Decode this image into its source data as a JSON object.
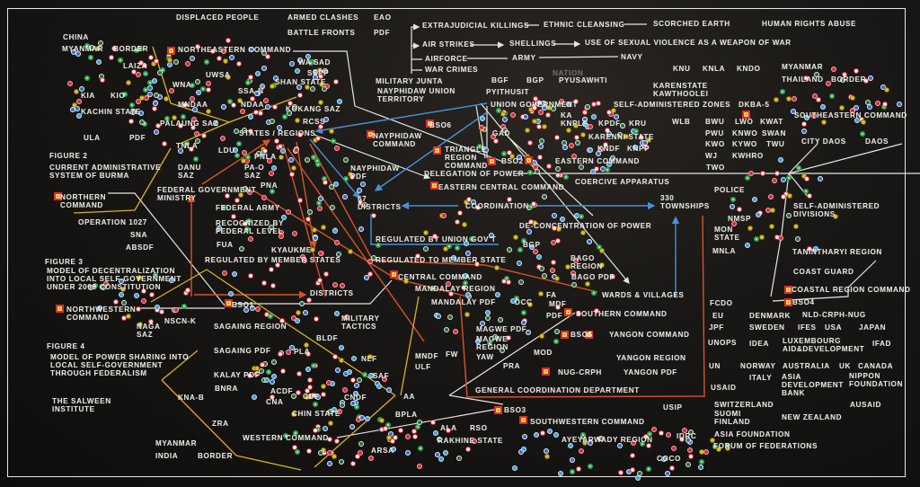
{
  "legend": {
    "displaced_people": "DISPLACED PEOPLE",
    "armed_clashes": "ARMED CLASHES",
    "eao": "EAO",
    "battle_fronts": "BATTLE FRONTS",
    "pdf": "PDF",
    "extrajudicial_killings": "EXTRAJUDICIAL KILLINGS",
    "ethnic_cleansing": "ETHNIC CLEANSING",
    "scorched_earth": "SCORCHED EARTH",
    "human_rights_abuse": "HUMAN RIGHTS ABUSE",
    "air_strikes": "AIR STRIKES",
    "shellings": "SHELLINGS",
    "sexual_violence": "USE OF SEXUAL VIOLENCE AS A WEAPON OF WAR",
    "airforce": "AIRFORCE",
    "army": "ARMY",
    "navy": "NAVY",
    "war_crimes": "WAR CRIMES"
  },
  "figures": {
    "fig2": "FIGURE 2",
    "fig2_caption": "CURRENT ADMINISTRATIVE\nSYSTEM OF BURMA",
    "fig3": "FIGURE 3",
    "fig3_caption": "MODEL OF  DECENTRALIZATION\nINTO LOCAL SELF-GOVERNMENT\nUNDER 2008 CONSTITUTION",
    "fig4": "FIGURE 4",
    "fig4_caption": "MODEL OF POWER SHARING INTO\nLOCAL SELF-GOVERNMENT\nTHROUGH FEDERALISM",
    "credit": "THE SALWEEN\nINSTITUTE"
  },
  "borders": {
    "china": "CHINA",
    "myanmar1": "MYANMAR",
    "border1": "BORDER",
    "myanmar2": "MYANMAR",
    "thailand": "THAILAND",
    "border2": "BORDER",
    "myanmar3": "MYANMAR",
    "india": "INDIA",
    "border3": "BORDER"
  },
  "north": {
    "laiza": "LAIZA",
    "kia": "KIA",
    "kio": "KIO",
    "kachin_state": "KACHIN STATE",
    "ula": "ULA",
    "pdf": "PDF",
    "northern_command": "NORTHERN\nCOMMAND",
    "operation_1027": "OPERATION  1027",
    "sna": "SNA",
    "absdf": "ABSDF",
    "northeastern_command": "NORTHEASTERN COMMAND",
    "wa_sad": "WA SAD",
    "sspp": "SSPP",
    "uwsa": "UWSA",
    "wna": "WNA",
    "shan_state": "SHAN STATE",
    "ssa_n": "SSA-N",
    "mndaa": "MNDAA",
    "ndaa": "NDAA",
    "kokang_saz": "KOKANG SAZ",
    "palaung_saz": "PALAUNG SAZ",
    "rcss": "RCSS",
    "states_regions": "STATES / REGIONS",
    "tnla": "TNLA",
    "ldu": "LDU",
    "pnla": "PNLA",
    "danu_saz": "DANU\nSAZ",
    "pao_saz": "PA-O\nSAZ",
    "pna": "PNA",
    "federal_gov_ministry": "FEDERAL GOVERNMENT\nMINISTRY",
    "federal_army": "FEDERAL ARMY",
    "recognized": "RECOGNIZED BY\nFEDERAL LEVEL",
    "fua": "FUA",
    "kyaukme": "KYAUKME",
    "regulated_member_states": "REGULATED BY MEMBER STATES"
  },
  "west": {
    "northwestern_command": "NORTHWESTERN\nCOMMAND",
    "naga_saz": "NAGA\nSAZ",
    "nscn_k": "NSCN-K",
    "bso1": "BSO1",
    "districts": "DISTRICTS",
    "sagaing_region": "SAGAING  REGION",
    "sagaing_pdf": "SAGAING PDF",
    "bldf": "BLDF",
    "military_tactics": "MILITARY\nTACTICS",
    "pla": "PLA",
    "nlf": "NLF",
    "kalay_pdf": "KALAY PDF",
    "saf": "SAF",
    "bnra": "BNRA",
    "acdf": "ACDF",
    "kna_b": "KNA-B",
    "cna": "CNA",
    "cdf": "CDF",
    "cndf": "CNDF",
    "aa": "AA",
    "chin_state": "CHIN STATE",
    "bpla": "BPLA",
    "zra": "ZRA",
    "western_command": "WESTERN COMMAND",
    "arsa": "ARSA",
    "ala": "ALA",
    "rso": "RSO",
    "rakhine_state": "RAKHINE STATE",
    "mndf": "MNDF",
    "fw": "FW",
    "ulf": "ULF"
  },
  "center": {
    "military_junta": "MILITARY JUNTA",
    "nayphidaw_union_territory": "NAYPHIDAW UNION\nTERRITORY",
    "bgf": "BGF",
    "bgp": "BGP",
    "pyusawhti": "PYUSAWHTI",
    "nation": "NATION",
    "pyithusit": "PYITHUSIT",
    "union_government": "UNION GOVERNMENT",
    "bso6": "BSO6",
    "nayphidaw_command": "NAYPHIDAW\nCOMMAND",
    "gad": "GAD",
    "triangle_region_command": "TRIANGLE\nREGION\nCOMMAND",
    "bso2": "BSO2",
    "nayphidaw_pdf": "NAYPHIDAW\nPDF",
    "delegation_of_power": "DELEGATION OF POWER",
    "eastern_central_command": "EASTERN CENTRAL COMMAND",
    "districts_67": "67\nDISTRICTS",
    "coordination": "COORDINATION",
    "deconcentration": "DE-CONCENTRATION OF POWER",
    "regulated_union": "REGULATED  BY UNION GOV'T",
    "bgp2": "BGP",
    "regulated_member_state": "REGULATED TO MEMBER STATE",
    "bago_region": "BAGO\nREGION",
    "bago_pdf": "BAGO PDF",
    "central_command": "CENTRAL COMMAND",
    "mandalay_region": "MANDALAY REGION",
    "mandalay_pdf": "MANDALAY PDF",
    "dcc": "DCC",
    "fa": "FA",
    "mdf": "MDF",
    "pdf": "PDF",
    "wards_villages": "WARDS & VILLAGES",
    "southern_command": "SOUTHERN COMMAND",
    "magwe_pdf": "MAGWE PDF",
    "magwe_region": "MAGWE\nREGION",
    "yaw": "YAW",
    "mod": "MOD",
    "bso5": "BSO5",
    "yangon_command": "YANGON COMMAND",
    "yangon_region": "YANGON REGION",
    "pra": "PRA",
    "nug_crph": "NUG-CRPH",
    "yangon_pdf": "YANGON PDF",
    "gcd": "GENERAL COORDINATION DEPARTMENT",
    "bso3": "BSO3",
    "southwestern_command": "SOUTHWESTERN COMMAND",
    "ayeyarwady_region": "AYEYARWADY REGION"
  },
  "east": {
    "knu": "KNU",
    "knla": "KNLA",
    "kndo": "KNDO",
    "karen_state": "KARENSTATE",
    "kawthoolei": "KAWTHOOLEI",
    "self_admin_zones": "SELF-ADMINISTERED  ZONES",
    "dkba5": "DKBA-5",
    "southeastern_command": "SOUTHEASTERN COMMAND",
    "ka": "KA",
    "knplf": "KNPLF",
    "kpdf": "KPDF",
    "kru": "KRU",
    "wlb": "WLB",
    "bwu": "BWU",
    "lwo": "LWO",
    "kwat": "KWAT",
    "pwu": "PWU",
    "knwo": "KNWO",
    "swan": "SWAN",
    "kwo": "KWO",
    "kywo": "KYWO",
    "twu": "TWU",
    "wj": "WJ",
    "kwhro": "KWHRO",
    "two": "TWO",
    "karenni_state": "KARENNI STATE",
    "kndf": "KNDF",
    "knpp": "KNPP",
    "eastern_command": "EASTERN  COMMAND",
    "city_daos": "CITY DAOS",
    "daos": "DAOS",
    "coercive_apparatus": "COERCIVE  APPARATUS",
    "police": "POLICE",
    "townships": "330\nTOWNSHIPS",
    "self_admin_divisions": "SELF-ADMINISTERED\nDIVISIONS",
    "nmsp": "NMSP",
    "mon_state": "MON\nSTATE",
    "mnla": "MNLA",
    "tanintharyi": "TANINTHARYI REGION",
    "coast_guard": "COAST GUARD",
    "coastal_command": "COASTAL REGION COMMAND",
    "bso4": "BSO4",
    "nld_crph_nug": "NLD-CRPH-NUG"
  },
  "international": {
    "fcdo": "FCDO",
    "eu": "EU",
    "denmark": "DENMARK",
    "jpf": "JPF",
    "sweden": "SWEDEN",
    "ifes": "IFES",
    "usa": "USA",
    "japan": "JAPAN",
    "unops": "UNOPS",
    "idea": "IDEA",
    "luxembourg": "LUXEMBOURG\nAID&DEVELOPMENT",
    "ifad": "IFAD",
    "un": "UN",
    "norway": "NORWAY",
    "australia": "AUSTRALIA",
    "uk": "UK",
    "canada": "CANADA",
    "italy": "ITALY",
    "adb": "ASIA\nDEVELOPMENT\nBANK",
    "nippon": "NIPPON\nFOUNDATION",
    "usaid": "USAID",
    "switzerland": "SWITZERLAND",
    "ausaid": "AUSAID",
    "finland": "SUOMI\nFINLAND",
    "new_zealand": "NEW ZEALAND",
    "asia_foundation": "ASIA FOUNDATION",
    "forum_federations": "FORUM OF FEDERATIONS",
    "usip": "USIP",
    "idrc": "IDRC",
    "coco": "COCO"
  },
  "colors": {
    "chalk": "#e6e6df",
    "orange": "#d8532a",
    "blue": "#4a90d9",
    "yellow": "#d9b21f",
    "red": "#e0283a",
    "green": "#2fa84f"
  }
}
